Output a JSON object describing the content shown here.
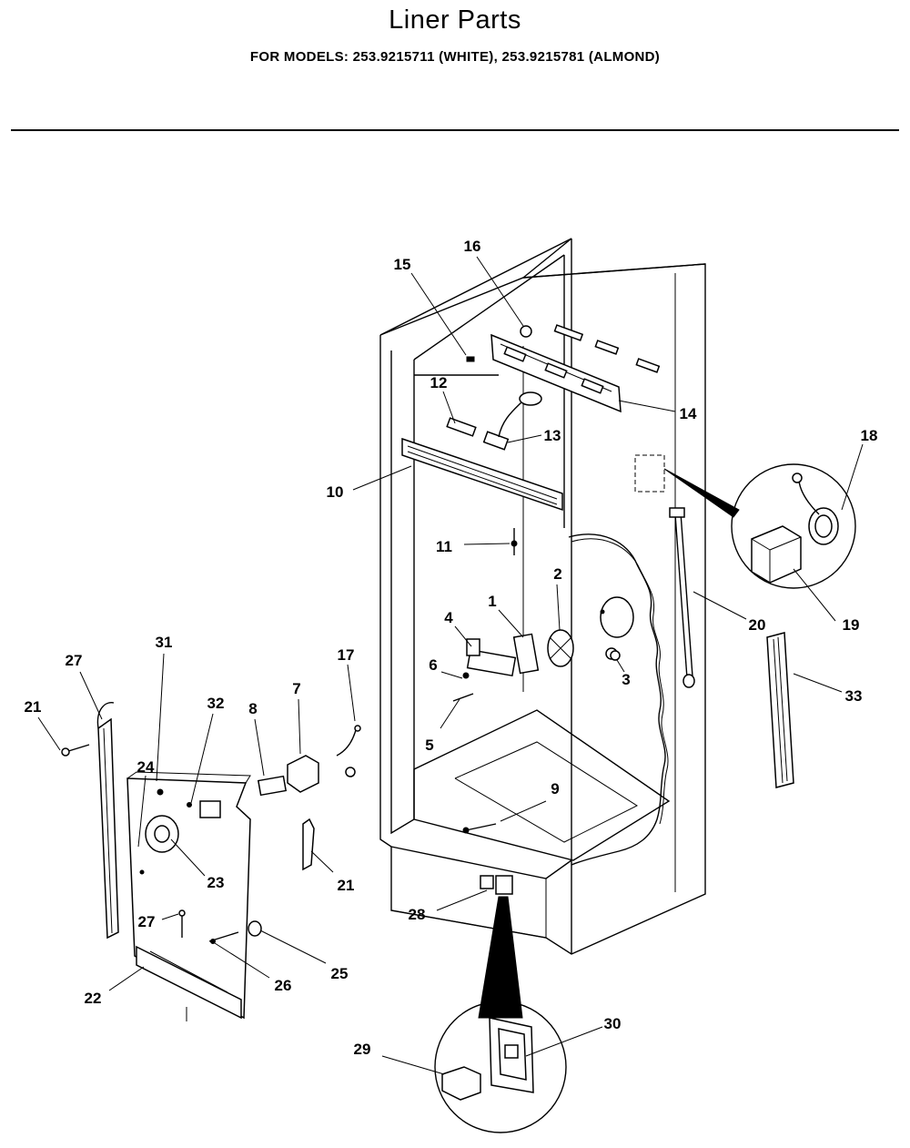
{
  "header": {
    "title": "Liner Parts",
    "subtitle": "FOR MODELS:  253.9215711 (WHITE), 253.9215781 (ALMOND)"
  },
  "callouts": [
    {
      "id": "c16",
      "text": "16"
    },
    {
      "id": "c15",
      "text": "15"
    },
    {
      "id": "c12",
      "text": "12"
    },
    {
      "id": "c14",
      "text": "14"
    },
    {
      "id": "c13",
      "text": "13"
    },
    {
      "id": "c18",
      "text": "18"
    },
    {
      "id": "c10",
      "text": "10"
    },
    {
      "id": "c11",
      "text": "11"
    },
    {
      "id": "c2",
      "text": "2"
    },
    {
      "id": "c1",
      "text": "1"
    },
    {
      "id": "c20",
      "text": "20"
    },
    {
      "id": "c19",
      "text": "19"
    },
    {
      "id": "c4",
      "text": "4"
    },
    {
      "id": "c6",
      "text": "6"
    },
    {
      "id": "c3",
      "text": "3"
    },
    {
      "id": "c5",
      "text": "5"
    },
    {
      "id": "c33",
      "text": "33"
    },
    {
      "id": "c17",
      "text": "17"
    },
    {
      "id": "c7",
      "text": "7"
    },
    {
      "id": "c8",
      "text": "8"
    },
    {
      "id": "c31",
      "text": "31"
    },
    {
      "id": "c27a",
      "text": "27"
    },
    {
      "id": "c21a",
      "text": "21"
    },
    {
      "id": "c32",
      "text": "32"
    },
    {
      "id": "c24",
      "text": "24"
    },
    {
      "id": "c9",
      "text": "9"
    },
    {
      "id": "c23",
      "text": "23"
    },
    {
      "id": "c21b",
      "text": "21"
    },
    {
      "id": "c28",
      "text": "28"
    },
    {
      "id": "c27b",
      "text": "27"
    },
    {
      "id": "c25",
      "text": "25"
    },
    {
      "id": "c26",
      "text": "26"
    },
    {
      "id": "c22",
      "text": "22"
    },
    {
      "id": "c30",
      "text": "30"
    },
    {
      "id": "c29",
      "text": "29"
    }
  ]
}
